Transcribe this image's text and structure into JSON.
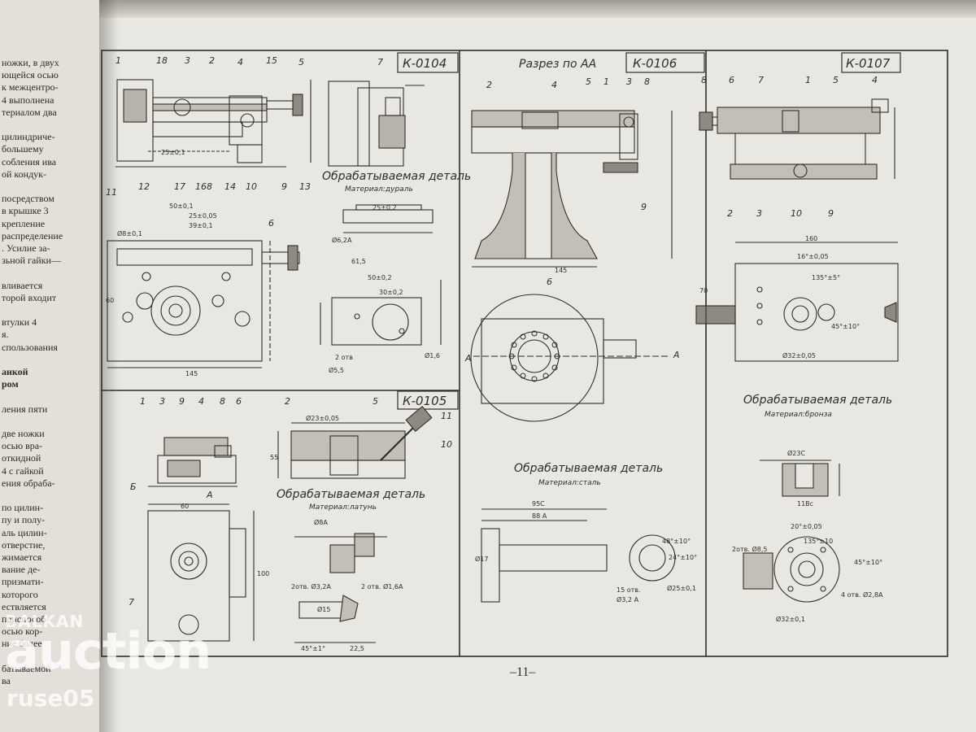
{
  "left_page": {
    "lines": [
      {
        "text": "ножки, в двух"
      },
      {
        "text": "ющейся осью"
      },
      {
        "text": "к межцентро-"
      },
      {
        "text": "4 выполнена"
      },
      {
        "text": "териалом два"
      },
      {
        "text": ""
      },
      {
        "text": "цилиндриче-"
      },
      {
        "text": "большему"
      },
      {
        "text": "собления ива"
      },
      {
        "text": "ой кондук-"
      },
      {
        "text": ""
      },
      {
        "text": "посредством"
      },
      {
        "text": "в крышке 3"
      },
      {
        "text": "крепление"
      },
      {
        "text": "распределение"
      },
      {
        "text": ". Усилие за-"
      },
      {
        "text": "зьной гайки—"
      },
      {
        "text": ""
      },
      {
        "text": "вливается"
      },
      {
        "text": "торой входит"
      },
      {
        "text": ""
      },
      {
        "text": "втулки 4"
      },
      {
        "text": "я."
      },
      {
        "text": "спользования"
      },
      {
        "text": ""
      },
      {
        "text": "анкой",
        "bold": true
      },
      {
        "text": "ром",
        "bold": true
      },
      {
        "text": ""
      },
      {
        "text": "ления пяти"
      },
      {
        "text": ""
      },
      {
        "text": "две ножки"
      },
      {
        "text": "осью вра-"
      },
      {
        "text": "откидной"
      },
      {
        "text": "4 с гайкой"
      },
      {
        "text": "ения обраба-"
      },
      {
        "text": ""
      },
      {
        "text": "по цилин-"
      },
      {
        "text": "пу и полу-"
      },
      {
        "text": "аль цилин-"
      },
      {
        "text": "отверстие,"
      },
      {
        "text": "жимается"
      },
      {
        "text": "вание де-"
      },
      {
        "text": "призмати-"
      },
      {
        "text": "которого"
      },
      {
        "text": "ествляется"
      },
      {
        "text": "приспособ-"
      },
      {
        "text": "осью кор-"
      },
      {
        "text": "ние более"
      },
      {
        "text": ""
      },
      {
        "text": "батываемой"
      },
      {
        "text": "ва"
      }
    ]
  },
  "cells": {
    "k0104": {
      "code": "К-0104",
      "part_title": "Обрабатываемая деталь",
      "material": "Материал:дураль",
      "dims": [
        "25±0,1",
        "50±0,1",
        "25±0,05",
        "39±0,1",
        "145",
        "60",
        "2 отв",
        "Ø5,5",
        "Ø8±0,1",
        "Ø6,2А",
        "25±0,2",
        "61,5",
        "50±0,2",
        "30±0,2",
        "Ø1,6"
      ],
      "callouts": [
        "1",
        "18",
        "3",
        "2",
        "4",
        "15",
        "5",
        "11",
        "12",
        "17",
        "16",
        "8",
        "14",
        "10",
        "9",
        "13",
        "6",
        "7"
      ]
    },
    "k0105": {
      "code": "К-0105",
      "part_title": "Обрабатываемая деталь",
      "material": "Материал:латунь",
      "dims": [
        "60",
        "Ø23±0,05",
        "55",
        "100",
        "2отв. Ø3,2А",
        "2 отв. Ø1,6А",
        "Ø8А",
        "Ø15",
        "45°±1°",
        "22,5"
      ],
      "callouts": [
        "1",
        "3",
        "9",
        "4",
        "8",
        "6",
        "2",
        "5",
        "11",
        "10",
        "7",
        "А",
        "Б"
      ]
    },
    "k0106": {
      "code": "К-0106",
      "section": "Разрез по АА",
      "part_title": "Обрабатываемая деталь",
      "material": "Материал:сталь",
      "dims": [
        "145",
        "95С",
        "88 А",
        "Ø17",
        "15 отв.",
        "Ø3,2 А",
        "Ø25±0,1",
        "48°±10°",
        "24°±10°"
      ],
      "callouts": [
        "2",
        "4",
        "5",
        "1",
        "3",
        "8",
        "9",
        "6",
        "А",
        "А"
      ]
    },
    "k0107": {
      "code": "К-0107",
      "part_title": "Обрабатываемая деталь",
      "material": "Материал:бронза",
      "dims": [
        "160",
        "16°±0,05",
        "135°±5°",
        "45°±10°",
        "70",
        "Ø32±0,05",
        "Ø23С",
        "11Вс",
        "20°±0,05",
        "135°±10",
        "45°±10°",
        "2отв. Ø8,5",
        "4 отв. Ø2,8А",
        "Ø32±0,1"
      ],
      "callouts": [
        "8",
        "6",
        "7",
        "1",
        "5",
        "4",
        "2",
        "3",
        "10",
        "9"
      ]
    }
  },
  "page_number": "–11–",
  "watermark": {
    "line1": "BALKAN",
    "line2": "auction",
    "line3": "ruse05"
  },
  "colors": {
    "paper": "#e9e7e1",
    "ink": "#2f2e2b",
    "background": "#55534c"
  }
}
